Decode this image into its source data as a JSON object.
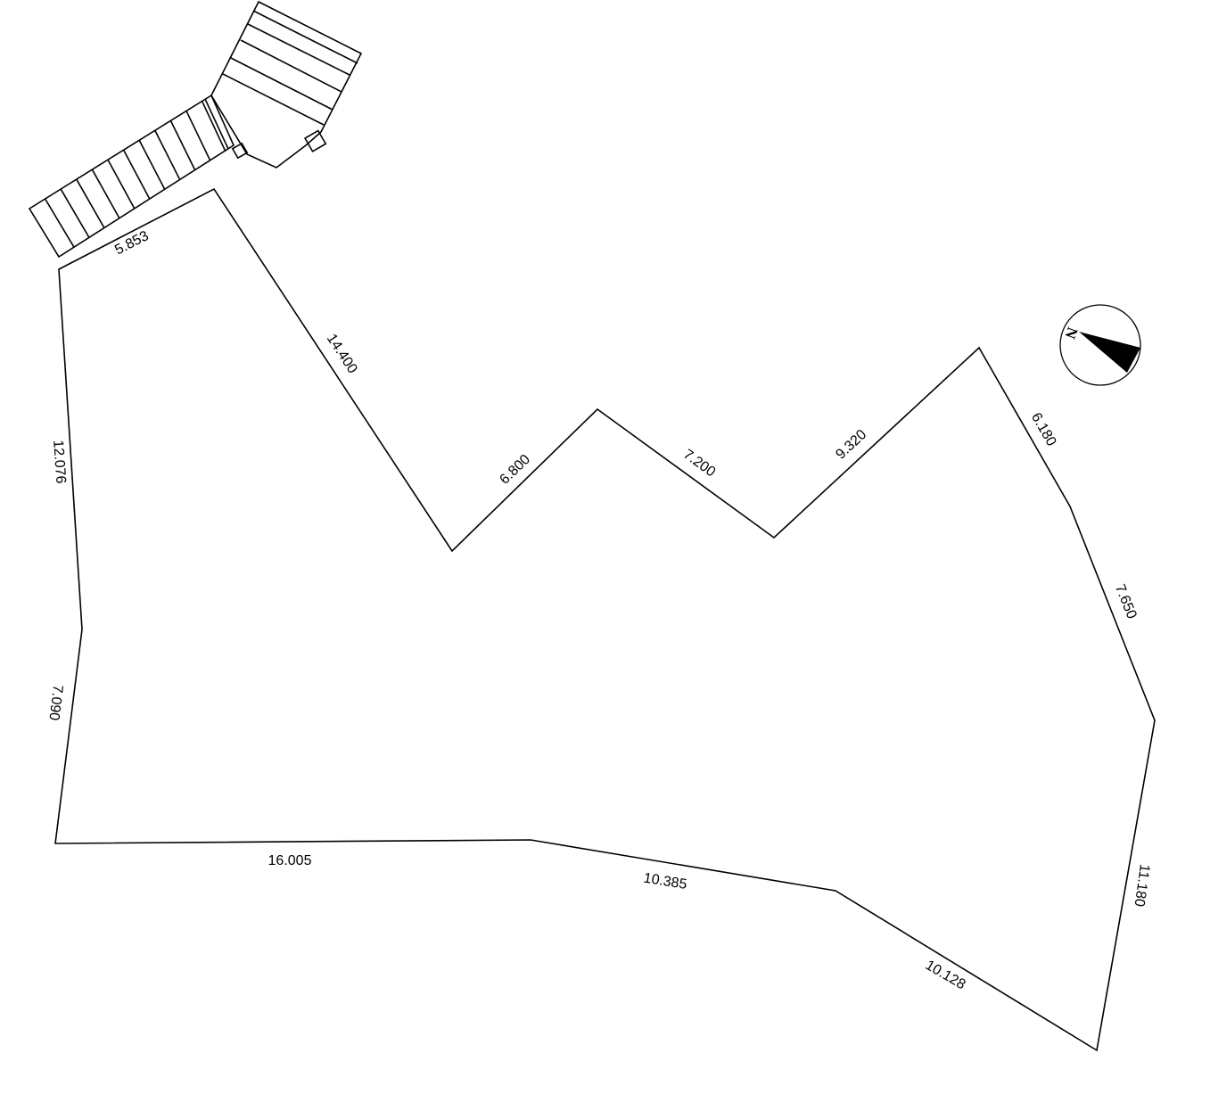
{
  "lot": {
    "edge_lengths": {
      "top_left": "5.853",
      "upper_diagonal": "14.400",
      "left_upper": "12.076",
      "notch_left": "6.800",
      "notch_mid": "7.200",
      "notch_right": "9.320",
      "right_upper": "6.180",
      "right_mid": "7.650",
      "left_lower": "7.090",
      "bottom_left": "16.005",
      "bottom_mid": "10.385",
      "bottom_right": "10.128",
      "right_lower": "11.180"
    }
  },
  "compass": {
    "north_label": "N"
  }
}
